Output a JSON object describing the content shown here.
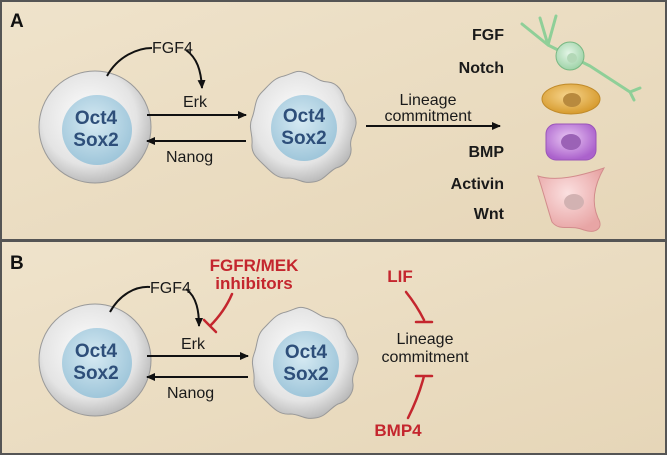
{
  "panels": {
    "a": {
      "label": "A",
      "fgf4": "FGF4",
      "erk": "Erk",
      "nanog": "Nanog",
      "cell1": [
        "Oct4",
        "Sox2"
      ],
      "cell2": [
        "Oct4",
        "Sox2"
      ],
      "lineage": [
        "Lineage",
        "commitment"
      ],
      "signals": [
        "FGF",
        "Notch",
        "BMP",
        "Activin",
        "Wnt"
      ]
    },
    "b": {
      "label": "B",
      "fgf4": "FGF4",
      "erk": "Erk",
      "nanog": "Nanog",
      "cell1": [
        "Oct4",
        "Sox2"
      ],
      "cell2": [
        "Oct4",
        "Sox2"
      ],
      "inhibitors": [
        "FGFR/MEK",
        "inhibitors"
      ],
      "lif": "LIF",
      "bmp4": "BMP4",
      "lineage": [
        "Lineage",
        "commitment"
      ]
    }
  },
  "colors": {
    "panel_bg": "#ede0c8",
    "border": "#555555",
    "nucleus_text": "#2e4f7a",
    "inhibitor_red": "#c4262e"
  }
}
